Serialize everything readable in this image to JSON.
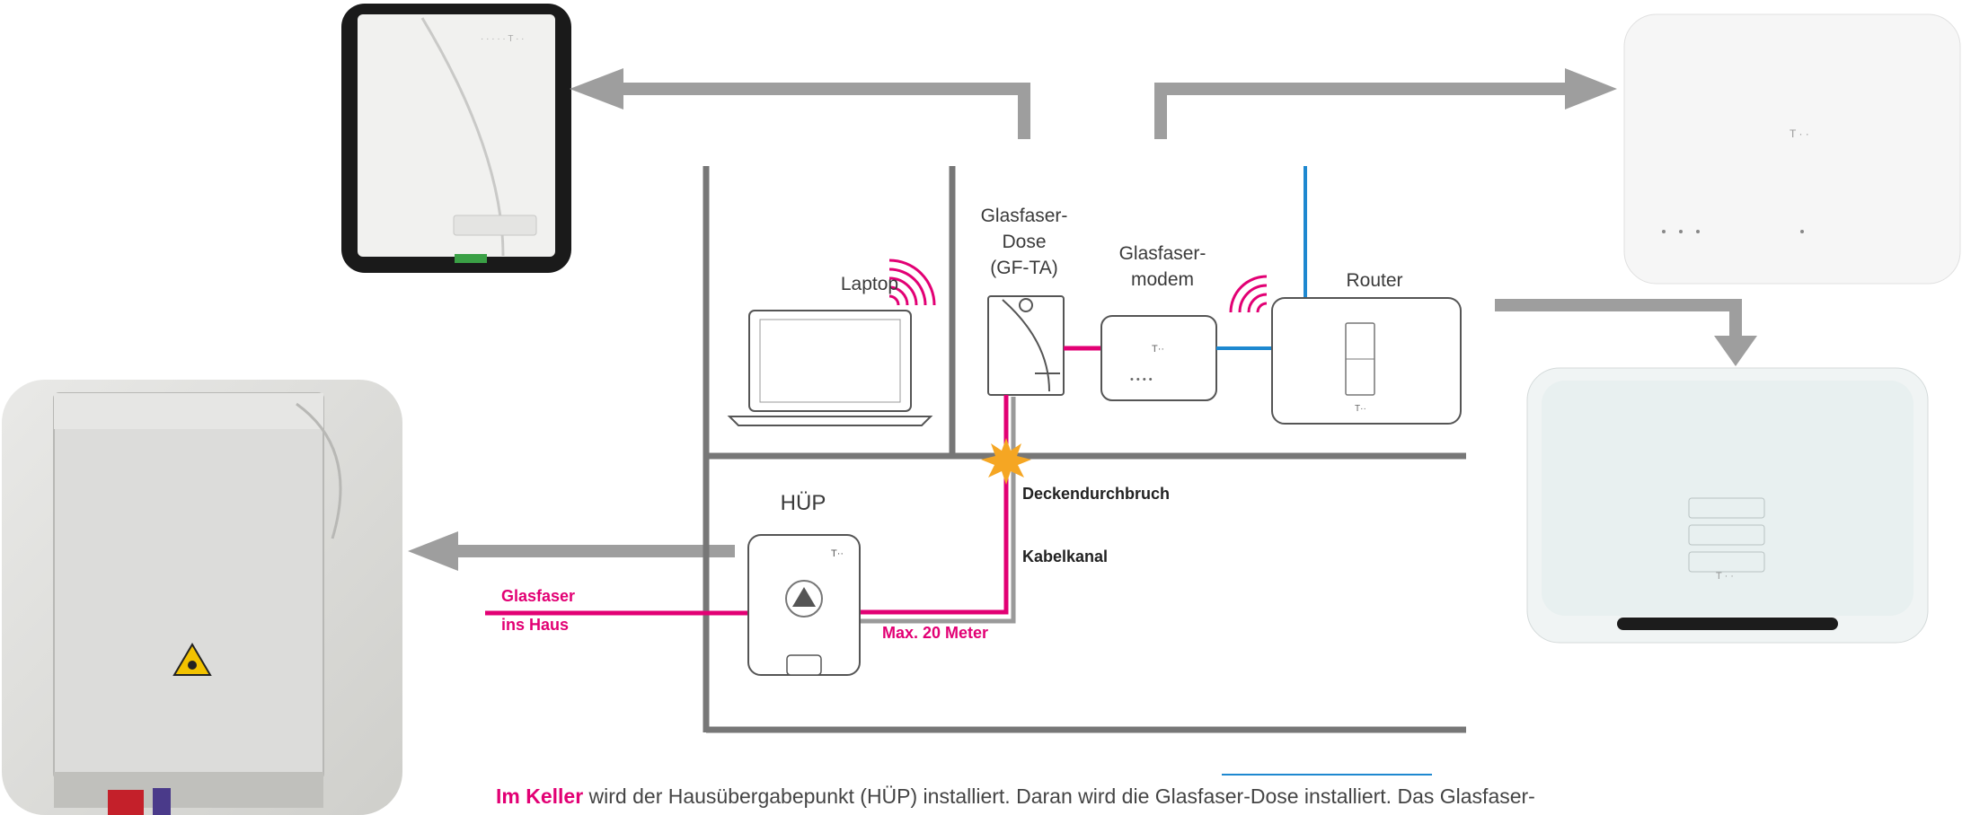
{
  "labels": {
    "laptop": "Laptop",
    "gf_ta_line1": "Glasfaser-",
    "gf_ta_line2": "Dose",
    "gf_ta_line3": "(GF-TA)",
    "modem_line1": "Glasfaser-",
    "modem_line2": "modem",
    "router": "Router",
    "huep": "HÜP",
    "deckendurchbruch": "Deckendurchbruch",
    "kabelkanal": "Kabelkanal",
    "glasfaser_line1": "Glasfaser",
    "glasfaser_line2": "ins Haus",
    "max_distance": "Max. 20 Meter"
  },
  "caption": {
    "bold": "Im Keller",
    "text": " wird der Hausübergabepunkt (HÜP) installiert. Daran wird die Glasfaser-Dose installiert. Das Glasfaser-"
  },
  "colors": {
    "fiber": "#e20074",
    "ethernet": "#1e88d0",
    "arrow": "#9e9e9e",
    "wall": "#777777",
    "burst": "#f5a623"
  }
}
